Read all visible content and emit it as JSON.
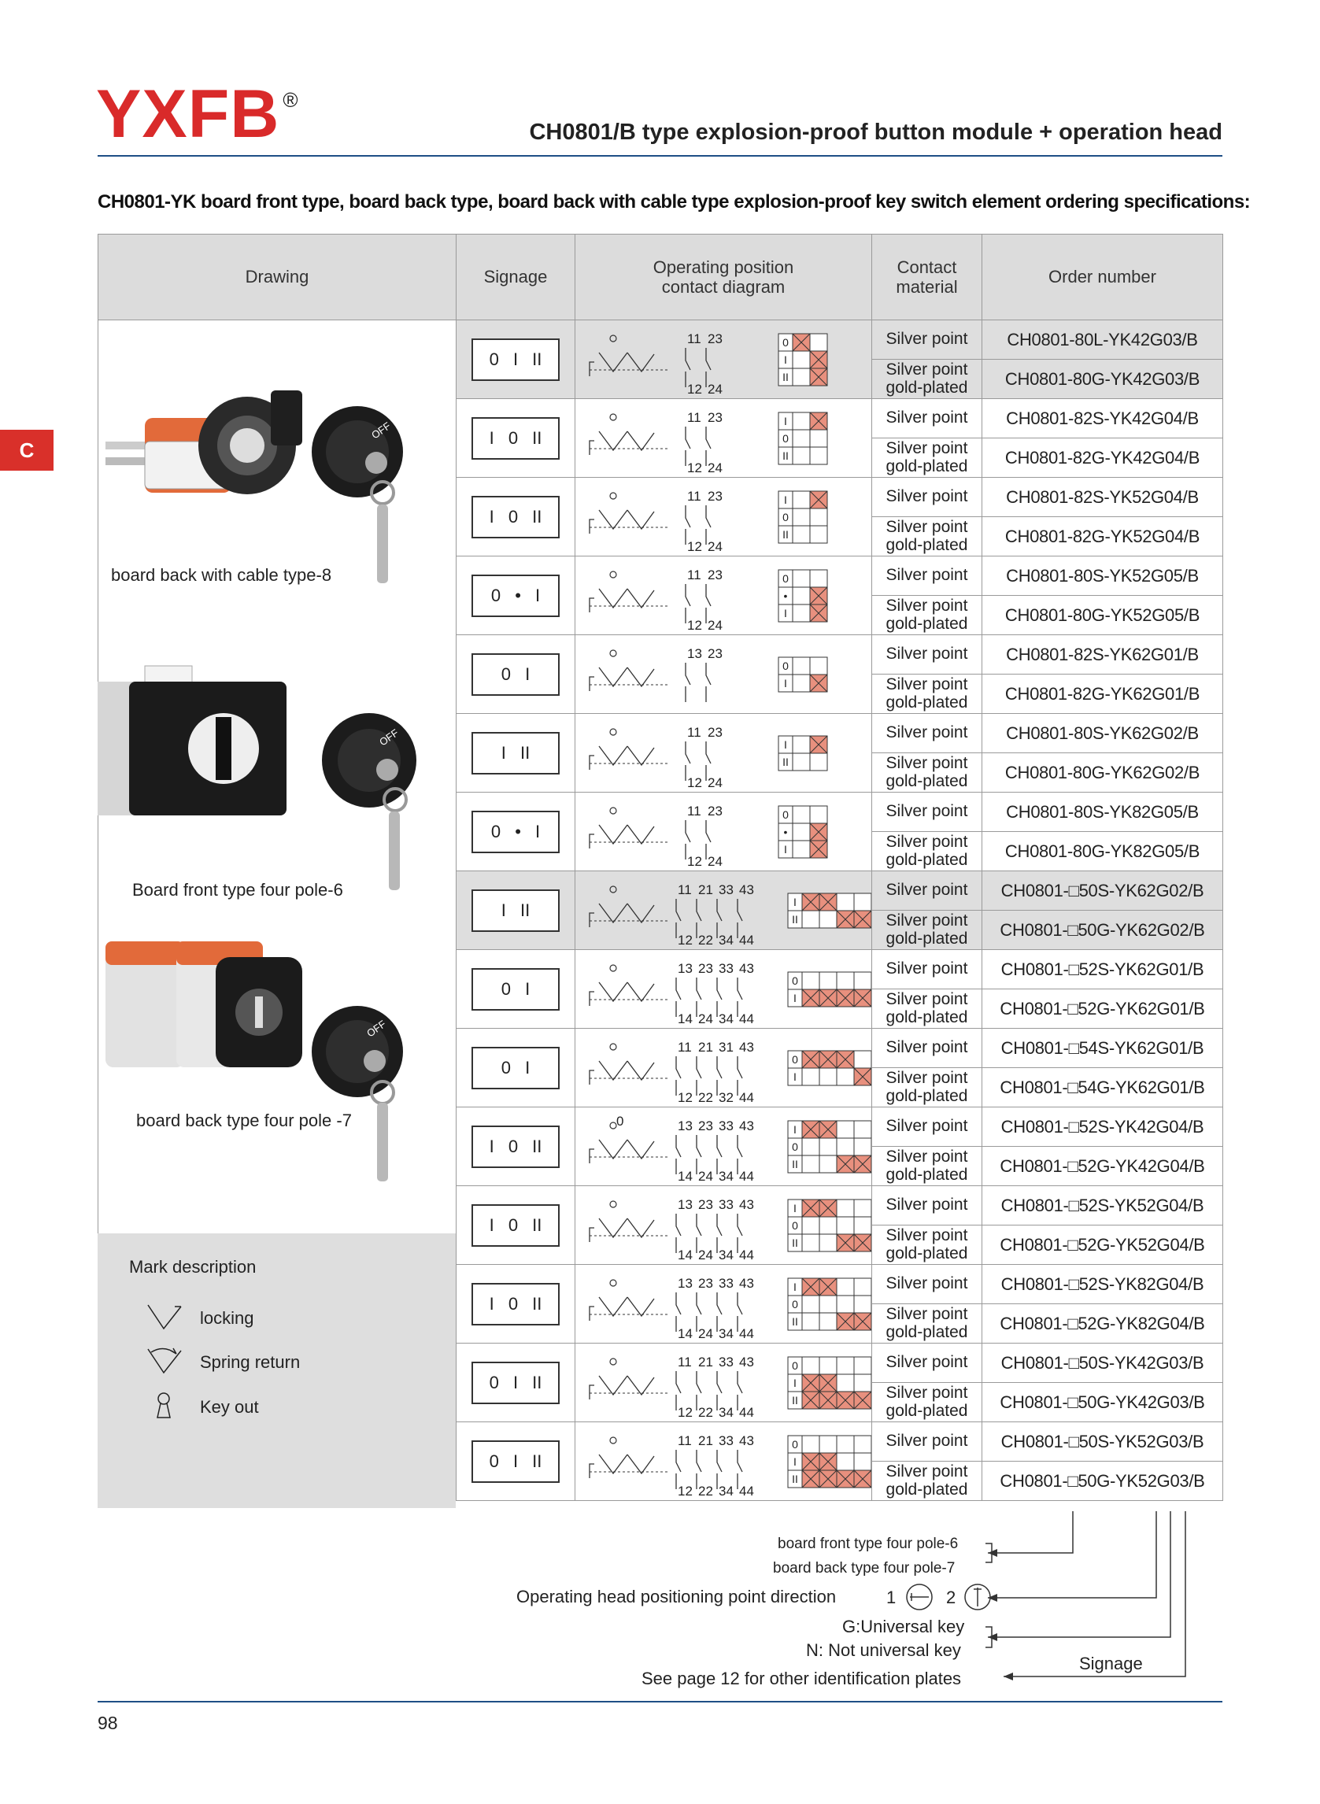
{
  "brand": {
    "name": "YXFB",
    "mark": "®"
  },
  "header": {
    "title": "CH0801/B type explosion-proof button module + operation head",
    "section_title": "CH0801-YK board front type, board back type, board back with cable type explosion-proof key switch element ordering specifications:"
  },
  "side_tab": "C",
  "table": {
    "headers": {
      "drawing": "Drawing",
      "signage": "Signage",
      "diagram_line1": "Operating position",
      "diagram_line2": "contact diagram",
      "material_line1": "Contact",
      "material_line2": "material",
      "order": "Order number"
    },
    "materials": {
      "silver": "Silver point",
      "gold_line1": "Silver point",
      "gold_line2": "gold-plated"
    },
    "rows": [
      {
        "signage": "0 I II",
        "top": [
          "11",
          "23"
        ],
        "bot": [
          "12",
          "24"
        ],
        "states": [
          "0",
          "I",
          "II"
        ],
        "cols": 1,
        "order_s": "CH0801-80L-YK42G03/B",
        "order_g": "CH0801-80G-YK42G03/B",
        "shade": true
      },
      {
        "signage": "I 0 II",
        "top": [
          "11",
          "23"
        ],
        "bot": [
          "12",
          "24"
        ],
        "states": [
          "I",
          "0",
          "II"
        ],
        "cols": 1,
        "order_s": "CH0801-82S-YK42G04/B",
        "order_g": "CH0801-82G-YK42G04/B",
        "shade": false
      },
      {
        "signage": "I 0 II",
        "top": [
          "11",
          "23"
        ],
        "bot": [
          "12",
          "24"
        ],
        "states": [
          "I",
          "0",
          "II"
        ],
        "cols": 1,
        "order_s": "CH0801-82S-YK52G04/B",
        "order_g": "CH0801-82G-YK52G04/B",
        "shade": false
      },
      {
        "signage": "0 • I",
        "top": [
          "11",
          "23"
        ],
        "bot": [
          "12",
          "24"
        ],
        "states": [
          "0",
          "•",
          "I"
        ],
        "cols": 1,
        "order_s": "CH0801-80S-YK52G05/B",
        "order_g": "CH0801-80G-YK52G05/B",
        "shade": false
      },
      {
        "signage": "0 I",
        "top": [
          "13",
          "23"
        ],
        "bot": [],
        "states": [
          "0",
          "I"
        ],
        "cols": 1,
        "order_s": "CH0801-82S-YK62G01/B",
        "order_g": "CH0801-82G-YK62G01/B",
        "shade": false
      },
      {
        "signage": "I II",
        "top": [
          "11",
          "23"
        ],
        "bot": [
          "12",
          "24"
        ],
        "states": [
          "I",
          "II"
        ],
        "cols": 1,
        "order_s": "CH0801-80S-YK62G02/B",
        "order_g": "CH0801-80G-YK62G02/B",
        "shade": false
      },
      {
        "signage": "0 • I",
        "top": [
          "11",
          "23"
        ],
        "bot": [
          "12",
          "24"
        ],
        "states": [
          "0",
          "•",
          "I"
        ],
        "cols": 1,
        "order_s": "CH0801-80S-YK82G05/B",
        "order_g": "CH0801-80G-YK82G05/B",
        "shade": false
      },
      {
        "signage": "I II",
        "top": [
          "11",
          "21",
          "33",
          "43"
        ],
        "bot": [
          "12",
          "22",
          "34",
          "44"
        ],
        "states": [
          "I",
          "II"
        ],
        "cols": 2,
        "order_s": "CH0801-□50S-YK62G02/B",
        "order_g": "CH0801-□50G-YK62G02/B",
        "shade": true
      },
      {
        "signage": "0 I",
        "top": [
          "13",
          "23",
          "33",
          "43"
        ],
        "bot": [
          "14",
          "24",
          "34",
          "44"
        ],
        "states": [
          "0",
          "I"
        ],
        "cols": 2,
        "order_s": "CH0801-□52S-YK62G01/B",
        "order_g": "CH0801-□52G-YK62G01/B",
        "shade": false
      },
      {
        "signage": "0 I",
        "top": [
          "11",
          "21",
          "31",
          "43"
        ],
        "bot": [
          "12",
          "22",
          "32",
          "44"
        ],
        "states": [
          "0",
          "I"
        ],
        "cols": 2,
        "order_s": "CH0801-□54S-YK62G01/B",
        "order_g": "CH0801-□54G-YK62G01/B",
        "shade": false
      },
      {
        "signage": "I 0 II",
        "top": [
          "13",
          "23",
          "33",
          "43"
        ],
        "bot": [
          "14",
          "24",
          "34",
          "44"
        ],
        "states": [
          "I",
          "0",
          "II"
        ],
        "cols": 2,
        "order_s": "CH0801-□52S-YK42G04/B",
        "order_g": "CH0801-□52G-YK42G04/B",
        "shade": false,
        "pos_label": "0"
      },
      {
        "signage": "I 0 II",
        "top": [
          "13",
          "23",
          "33",
          "43"
        ],
        "bot": [
          "14",
          "24",
          "34",
          "44"
        ],
        "states": [
          "I",
          "0",
          "II"
        ],
        "cols": 2,
        "order_s": "CH0801-□52S-YK52G04/B",
        "order_g": "CH0801-□52G-YK52G04/B",
        "shade": false
      },
      {
        "signage": "I 0 II",
        "top": [
          "13",
          "23",
          "33",
          "43"
        ],
        "bot": [
          "14",
          "24",
          "34",
          "44"
        ],
        "states": [
          "I",
          "0",
          "II"
        ],
        "cols": 2,
        "order_s": "CH0801-□52S-YK82G04/B",
        "order_g": "CH0801-□52G-YK82G04/B",
        "shade": false
      },
      {
        "signage": "0 I II",
        "top": [
          "11",
          "21",
          "33",
          "43"
        ],
        "bot": [
          "12",
          "22",
          "34",
          "44"
        ],
        "states": [
          "0",
          "I",
          "II"
        ],
        "cols": 2,
        "order_s": "CH0801-□50S-YK42G03/B",
        "order_g": "CH0801-□50G-YK42G03/B",
        "shade": false
      },
      {
        "signage": "0 I II",
        "top": [
          "11",
          "21",
          "33",
          "43"
        ],
        "bot": [
          "12",
          "22",
          "34",
          "44"
        ],
        "states": [
          "0",
          "I",
          "II"
        ],
        "cols": 2,
        "order_s": "CH0801-□50S-YK52G03/B",
        "order_g": "CH0801-□50G-YK52G03/B",
        "shade": false
      }
    ]
  },
  "products": {
    "cable": "board back with cable type-8",
    "front": "Board front type four pole-6",
    "back": "board back type four pole -7",
    "off_text": "OFF"
  },
  "mark_description": {
    "title": "Mark description",
    "locking": "locking",
    "spring": "Spring return",
    "keyout": "Key out"
  },
  "legend": {
    "front_pole": "board front type four pole-6",
    "back_pole": "board back type  four pole-7",
    "direction": "Operating head positioning point direction",
    "dir1": "1",
    "dir2": "2",
    "key_g": "G:Universal key",
    "key_n": "N: Not universal key",
    "plates": "See page 12 for other identification plates",
    "signage": "Signage",
    "sample_order": "CH0801-□50G-YK52G03/B"
  },
  "page_number": "98",
  "colors": {
    "brand_red": "#d92a2a",
    "rule_blue": "#1e4f86",
    "cell_salmon": "#e8907e",
    "header_gray": "#dcdcdc"
  }
}
